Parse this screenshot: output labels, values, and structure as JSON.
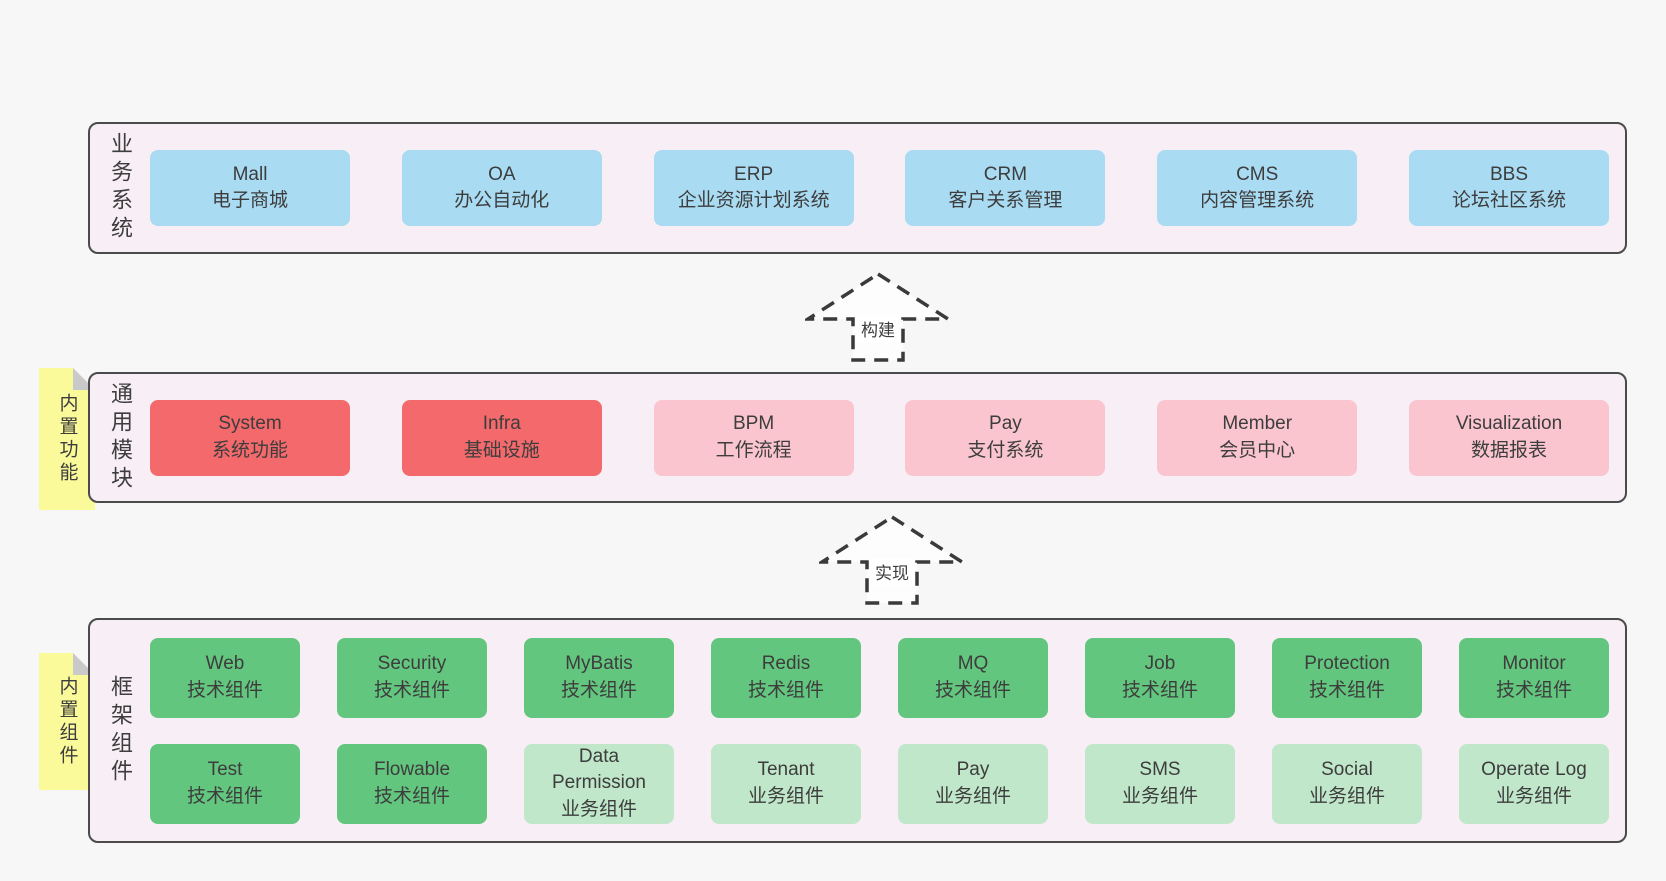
{
  "colors": {
    "page_bg": "#f7f7f7",
    "band_bg": "#f8eef6",
    "band_border": "#4b4b4b",
    "blue": "#a9dbf2",
    "red": "#f3696c",
    "pink": "#fac5cf",
    "green": "#63c67f",
    "light_green": "#c0e7ca",
    "sticky_yellow": "#fafa9b",
    "text": "#3d3d3d"
  },
  "arrows": [
    {
      "label": "构建"
    },
    {
      "label": "实现"
    }
  ],
  "bands": {
    "business": {
      "label": "业务系统",
      "items": [
        {
          "title": "Mall",
          "subtitle": "电子商城",
          "type": "blue"
        },
        {
          "title": "OA",
          "subtitle": "办公自动化",
          "type": "blue"
        },
        {
          "title": "ERP",
          "subtitle": "企业资源计划系统",
          "type": "blue"
        },
        {
          "title": "CRM",
          "subtitle": "客户关系管理",
          "type": "blue"
        },
        {
          "title": "CMS",
          "subtitle": "内容管理系统",
          "type": "blue"
        },
        {
          "title": "BBS",
          "subtitle": "论坛社区系统",
          "type": "blue"
        }
      ]
    },
    "modules": {
      "label": "通用模块",
      "sticky": "内置功能",
      "items": [
        {
          "title": "System",
          "subtitle": "系统功能",
          "type": "red"
        },
        {
          "title": "Infra",
          "subtitle": "基础设施",
          "type": "red"
        },
        {
          "title": "BPM",
          "subtitle": "工作流程",
          "type": "pink"
        },
        {
          "title": "Pay",
          "subtitle": "支付系统",
          "type": "pink"
        },
        {
          "title": "Member",
          "subtitle": "会员中心",
          "type": "pink"
        },
        {
          "title": "Visualization",
          "subtitle": "数据报表",
          "type": "pink"
        }
      ]
    },
    "components": {
      "label": "框架组件",
      "sticky": "内置组件",
      "row1": [
        {
          "title": "Web",
          "subtitle": "技术组件",
          "type": "green"
        },
        {
          "title": "Security",
          "subtitle": "技术组件",
          "type": "green"
        },
        {
          "title": "MyBatis",
          "subtitle": "技术组件",
          "type": "green"
        },
        {
          "title": "Redis",
          "subtitle": "技术组件",
          "type": "green"
        },
        {
          "title": "MQ",
          "subtitle": "技术组件",
          "type": "green"
        },
        {
          "title": "Job",
          "subtitle": "技术组件",
          "type": "green"
        },
        {
          "title": "Protection",
          "subtitle": "技术组件",
          "type": "green"
        },
        {
          "title": "Monitor",
          "subtitle": "技术组件",
          "type": "green"
        }
      ],
      "row2": [
        {
          "title": "Test",
          "subtitle": "技术组件",
          "type": "green"
        },
        {
          "title": "Flowable",
          "subtitle": "技术组件",
          "type": "green"
        },
        {
          "title": "Data Permission",
          "subtitle": "业务组件",
          "type": "lightgreen"
        },
        {
          "title": "Tenant",
          "subtitle": "业务组件",
          "type": "lightgreen"
        },
        {
          "title": "Pay",
          "subtitle": "业务组件",
          "type": "lightgreen"
        },
        {
          "title": "SMS",
          "subtitle": "业务组件",
          "type": "lightgreen"
        },
        {
          "title": "Social",
          "subtitle": "业务组件",
          "type": "lightgreen"
        },
        {
          "title": "Operate Log",
          "subtitle": "业务组件",
          "type": "lightgreen"
        }
      ]
    }
  }
}
